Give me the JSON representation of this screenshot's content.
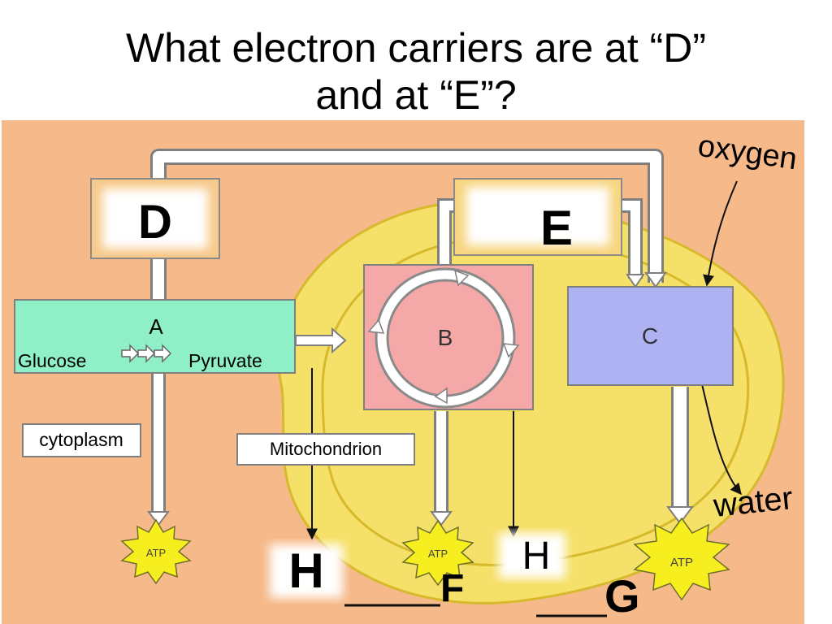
{
  "slide": {
    "title_line1": "What electron carriers are at “D”",
    "title_line2": "and at “E”?"
  },
  "diagram": {
    "label_d": "D",
    "label_e": "E",
    "label_a": "A",
    "glucose": "Glucose",
    "pyruvate": "Pyruvate",
    "label_b": "B",
    "label_c": "C",
    "cytoplasm": "cytoplasm",
    "mitochondrion": "Mitochondrion",
    "oxygen": "oxygen",
    "water": "water",
    "atp": "ATP",
    "label_h": "H",
    "label_f": "F",
    "label_g": "G"
  },
  "colors": {
    "background": "#f6b98a",
    "mitochondrion": "#f5e06a",
    "box_a": "#8ff0c8",
    "box_b": "#f5a8a8",
    "box_c": "#aeb1f2",
    "atp_star": "#f7ee1f"
  }
}
